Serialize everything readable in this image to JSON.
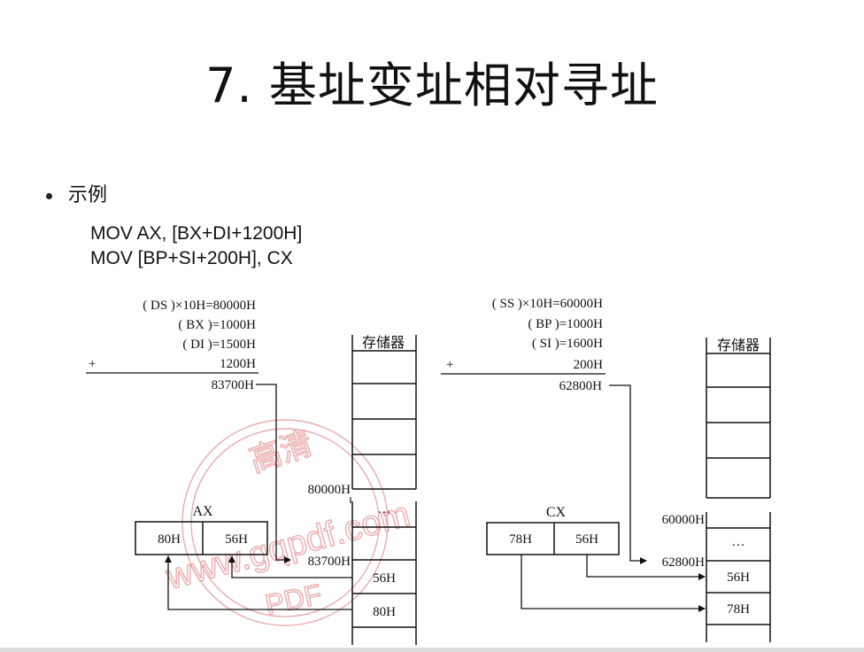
{
  "slide": {
    "title": "7. 基址变址相对寻址",
    "bullet": "示例",
    "code_lines": [
      "MOV  AX, [BX+DI+1200H]",
      "MOV [BP+SI+200H], CX"
    ]
  },
  "left_diagram": {
    "calc": [
      "( DS )×10H=80000H",
      "( BX )=1000H",
      "( DI )=1500H",
      "1200H",
      "83700H"
    ],
    "plus": "+",
    "memory_label": "存储器",
    "addr_base": "80000H",
    "addr_target": "83700H",
    "ellipsis": "…",
    "cells": [
      "56H",
      "80H"
    ],
    "register_name": "AX",
    "register_high": "80H",
    "register_low": "56H"
  },
  "right_diagram": {
    "calc": [
      "( SS )×10H=60000H",
      "( BP )=1000H",
      "( SI )=1600H",
      "200H",
      "62800H"
    ],
    "plus": "+",
    "memory_label": "存储器",
    "addr_base": "60000H",
    "addr_target": "62800H",
    "ellipsis": "…",
    "cells": [
      "56H",
      "78H"
    ],
    "register_name": "CX",
    "register_high": "78H",
    "register_low": "56H"
  },
  "watermark": {
    "top": "高清",
    "middle": "www.gqpdf.com",
    "bottom": "PDF"
  },
  "colors": {
    "text": "#111111",
    "watermark": "#e8a4a4",
    "footer_bar": "#dcdcdc"
  }
}
